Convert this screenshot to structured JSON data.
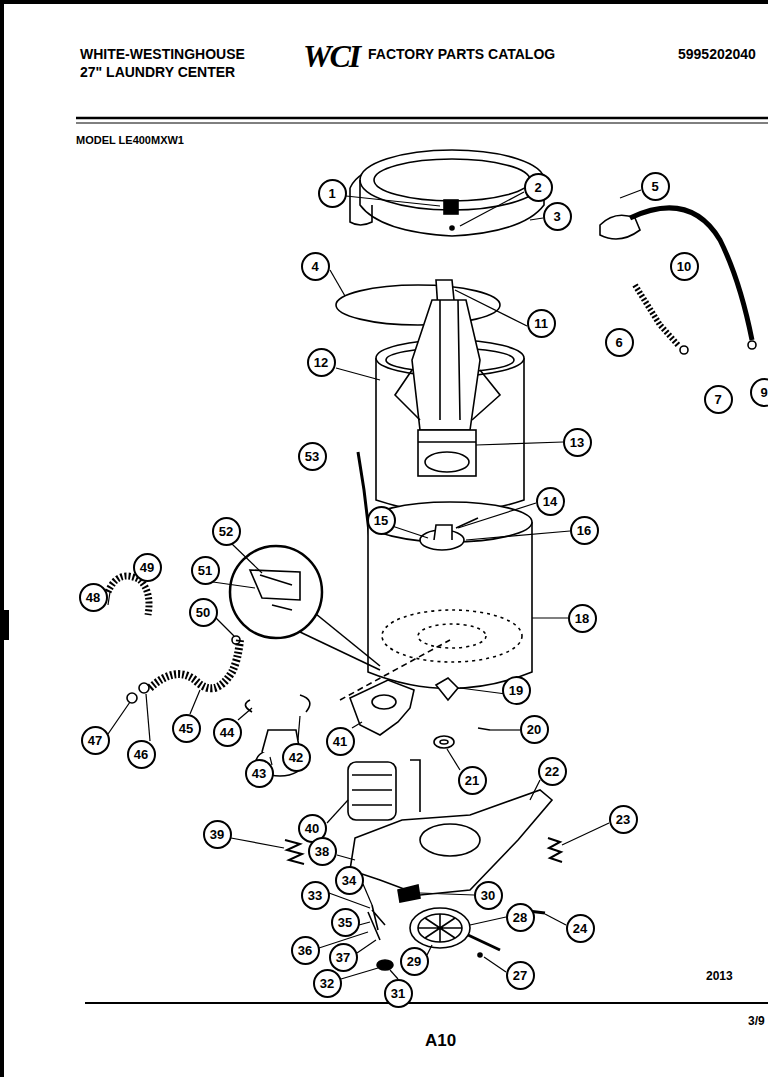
{
  "diagram": {
    "labels": [
      "WHITE-WESTINGHOUSE",
      "27\" LAUNDRY CENTER",
      "WCI",
      "FACTORY PARTS CATALOG",
      "5995202040",
      "MODEL LE400MXW1",
      "1",
      "2",
      "3",
      "4",
      "5",
      "10",
      "6",
      "7",
      "9",
      "11",
      "12",
      "13",
      "53",
      "14",
      "15",
      "16",
      "18",
      "52",
      "49",
      "51",
      "48",
      "50",
      "47",
      "46",
      "45",
      "44",
      "43",
      "42",
      "41",
      "19",
      "20",
      "21",
      "22",
      "40",
      "23",
      "39",
      "38",
      "34",
      "30",
      "24",
      "33",
      "28",
      "35",
      "36",
      "37",
      "29",
      "27",
      "32",
      "31",
      "2013",
      "A10",
      "3/9"
    ]
  }
}
